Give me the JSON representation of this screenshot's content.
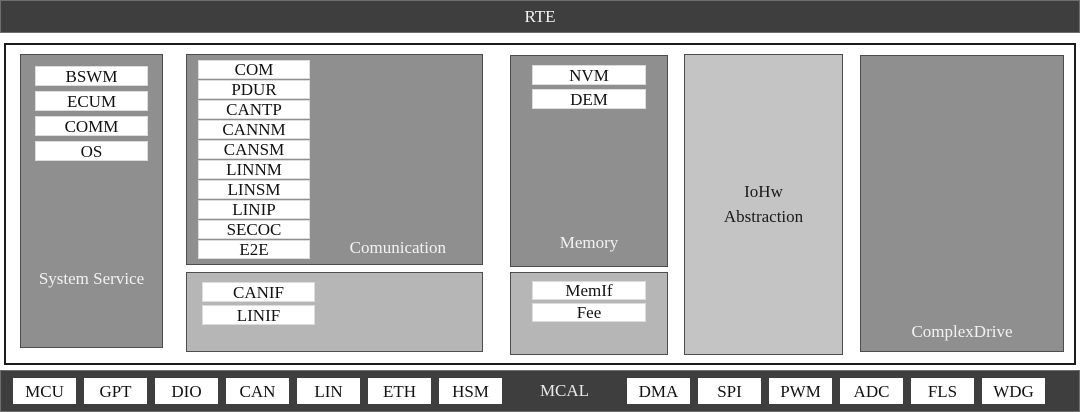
{
  "colors": {
    "dark_bar": "#3e3e3e",
    "medium_gray_box": "#8f8f8f",
    "light_gray_box": "#b6b6b6",
    "lighter_gray_box": "#c4c4c4",
    "chip_white": "#ffffff",
    "frame_border": "#1c1c1c"
  },
  "rte": {
    "label": "RTE"
  },
  "blocks": {
    "system_service": {
      "label": "System Service",
      "items": [
        "BSWM",
        "ECUM",
        "COMM",
        "OS"
      ]
    },
    "comunication": {
      "label": "Comunication",
      "items": [
        "COM",
        "PDUR",
        "CANTP",
        "CANNM",
        "CANSM",
        "LINNM",
        "LINSM",
        "LINIP",
        "SECOC",
        "E2E"
      ]
    },
    "can_lin_interface": {
      "items": [
        "CANIF",
        "LINIF"
      ]
    },
    "memory": {
      "label": "Memory",
      "items": [
        "NVM",
        "DEM"
      ]
    },
    "memory_interface": {
      "items": [
        "MemIf",
        "Fee"
      ]
    },
    "iohw_abstraction": {
      "label_line1": "IoHw",
      "label_line2": "Abstraction"
    },
    "complex_drive": {
      "label": "ComplexDrive"
    }
  },
  "mcal": {
    "label": "MCAL",
    "left_items": [
      "MCU",
      "GPT",
      "DIO",
      "CAN",
      "LIN",
      "ETH",
      "HSM"
    ],
    "right_items": [
      "DMA",
      "SPI",
      "PWM",
      "ADC",
      "FLS",
      "WDG"
    ]
  }
}
